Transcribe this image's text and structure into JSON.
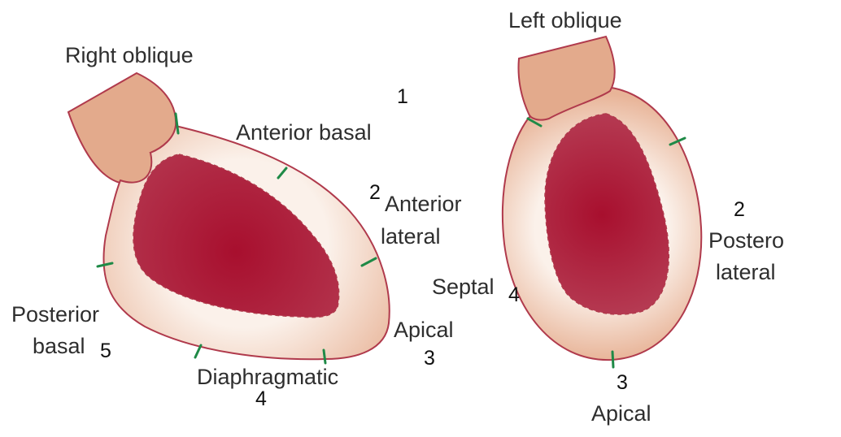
{
  "colors": {
    "rim_inner": "#fbf1ea",
    "rim_outer": "#e8b498",
    "outline": "#b03a4c",
    "cavity_center": "#a80f2e",
    "cavity_edge": "#b53a52",
    "vessel": "#e3aa8c",
    "segment_tick": "#1f8a47"
  },
  "right_oblique": {
    "title": "Right oblique",
    "labels": {
      "anterior_basal": "Anterior basal",
      "anterior_lateral_line1": "Anterior",
      "anterior_lateral_line2": "lateral",
      "apical": "Apical",
      "diaphragmatic": "Diaphragmatic",
      "posterior_basal_line1": "Posterior",
      "posterior_basal_line2": "basal"
    },
    "numbers": {
      "anterior_basal": "1",
      "anterior_lateral": "2",
      "apical": "3",
      "diaphragmatic": "4",
      "posterior_basal": "5"
    }
  },
  "left_oblique": {
    "title": "Left oblique",
    "labels": {
      "septal": "Septal",
      "postero_lateral_line1": "Postero",
      "postero_lateral_line2": "lateral",
      "apical": "Apical"
    },
    "numbers": {
      "postero_lateral": "2",
      "apical": "3",
      "septal": "4"
    }
  }
}
